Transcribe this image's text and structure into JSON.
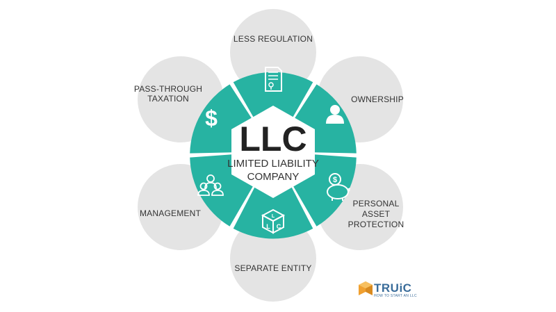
{
  "center": {
    "title": "LLC",
    "subtitle_line1": "LIMITED LIABILITY",
    "subtitle_line2": "COMPANY"
  },
  "benefits": {
    "less_regulation": "LESS REGULATION",
    "ownership": "OWNERSHIP",
    "personal_asset_protection": [
      "PERSONAL",
      "ASSET",
      "PROTECTION"
    ],
    "separate_entity": "SEPARATE ENTITY",
    "management": "MANAGEMENT",
    "pass_through_taxation": [
      "PASS-THROUGH",
      "TAXATION"
    ]
  },
  "icons": {
    "less_regulation": "document-icon",
    "ownership": "person-icon",
    "personal_asset_protection": "piggy-bank-icon",
    "separate_entity": "llc-cube-icon",
    "management": "team-icon",
    "pass_through_taxation": "dollar-icon"
  },
  "icon_glyphs": {
    "dollar": "$",
    "cube_left": "L",
    "cube_right": "C",
    "cube_top": "L"
  },
  "brand": {
    "name": "TRUiC",
    "tagline": "HOW TO START AN LLC"
  },
  "colors": {
    "teal": "#27b3a2",
    "bubble": "#e4e4e4",
    "brand_blue": "#3a6c9a",
    "brand_orange": "#f0a030"
  }
}
